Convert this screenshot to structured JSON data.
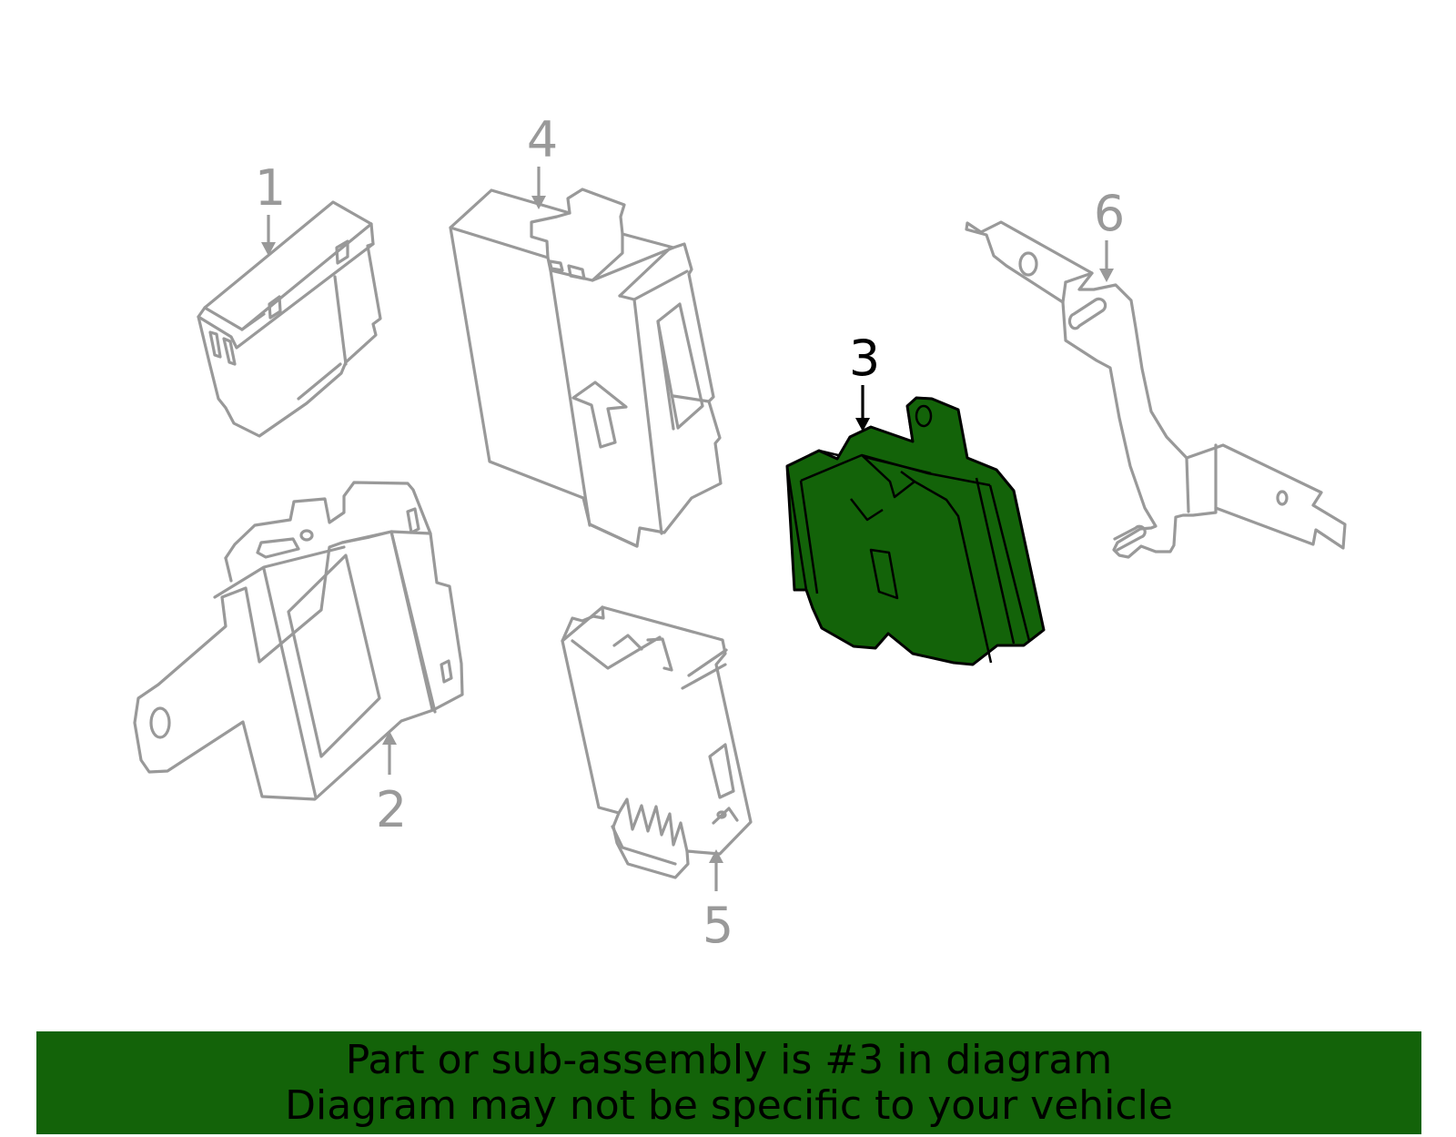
{
  "diagram": {
    "highlight_color": "#136309",
    "part_outline_color": "#999999",
    "callouts": [
      {
        "id": "1",
        "label": "1",
        "highlighted": false
      },
      {
        "id": "2",
        "label": "2",
        "highlighted": false
      },
      {
        "id": "3",
        "label": "3",
        "highlighted": true
      },
      {
        "id": "4",
        "label": "4",
        "highlighted": false
      },
      {
        "id": "5",
        "label": "5",
        "highlighted": false
      },
      {
        "id": "6",
        "label": "6",
        "highlighted": false
      }
    ]
  },
  "banner": {
    "line1": "Part or sub-assembly is #3 in diagram",
    "line2": "Diagram may not be specific to your vehicle",
    "background_color": "#136309"
  }
}
